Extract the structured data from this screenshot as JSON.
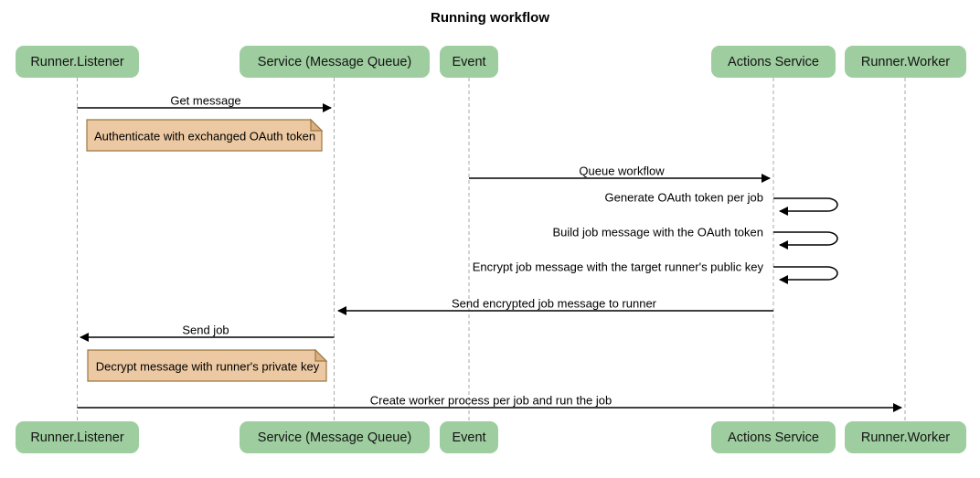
{
  "title": "Running workflow",
  "participants": [
    {
      "label": "Runner.Listener"
    },
    {
      "label": "Service (Message Queue)"
    },
    {
      "label": "Event"
    },
    {
      "label": "Actions Service"
    },
    {
      "label": "Runner.Worker"
    }
  ],
  "messages": [
    {
      "label": "Get message",
      "from": "Runner.Listener",
      "to": "Service (Message Queue)",
      "type": "solid-arrow"
    },
    {
      "label": "Queue workflow",
      "from": "Event",
      "to": "Actions Service",
      "type": "solid-arrow"
    },
    {
      "label": "Generate OAuth token per job",
      "from": "Actions Service",
      "to": "Actions Service",
      "type": "self-loop"
    },
    {
      "label": "Build job message with the OAuth token",
      "from": "Actions Service",
      "to": "Actions Service",
      "type": "self-loop"
    },
    {
      "label": "Encrypt job message with the target runner's public key",
      "from": "Actions Service",
      "to": "Actions Service",
      "type": "self-loop"
    },
    {
      "label": "Send encrypted job message to runner",
      "from": "Actions Service",
      "to": "Service (Message Queue)",
      "type": "solid-arrow"
    },
    {
      "label": "Send job",
      "from": "Service (Message Queue)",
      "to": "Runner.Listener",
      "type": "solid-arrow"
    },
    {
      "label": "Create worker process per job and run the job",
      "from": "Runner.Listener",
      "to": "Runner.Worker",
      "type": "solid-arrow"
    }
  ],
  "notes": [
    {
      "label": "Authenticate with exchanged OAuth token",
      "over": "Runner.Listener / Service (Message Queue)"
    },
    {
      "label": "Decrypt message with runner's private key",
      "over": "Runner.Listener / Service (Message Queue)"
    }
  ],
  "colors": {
    "participant_fill": "#9ECD9F",
    "note_fill": "#ECC9A3",
    "note_fold": "#DCB083",
    "note_border": "#9C7840",
    "lifeline": "#A8A8A8",
    "arrow": "#000000",
    "text": "#1A1A1A",
    "background": "#FFFFFF"
  }
}
